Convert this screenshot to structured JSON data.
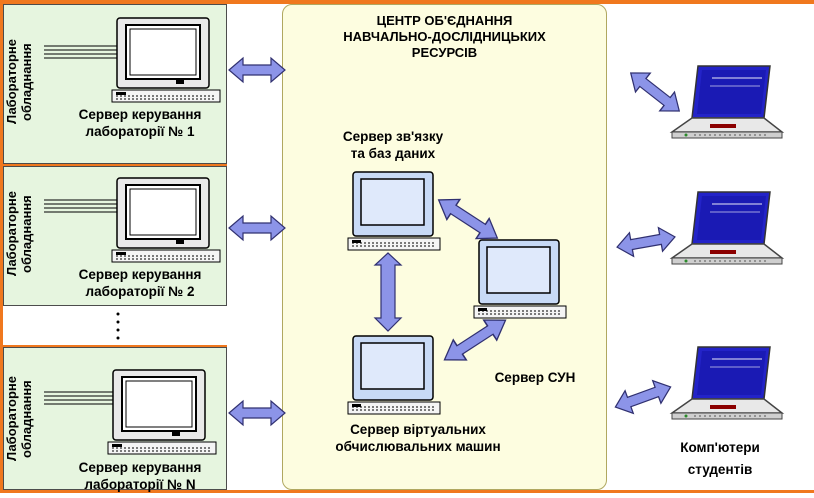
{
  "labs": [
    {
      "side_label": "Лабораторне\nобладнання",
      "caption": "Сервер керування\nлабораторії № 1"
    },
    {
      "side_label": "Лабораторне\nобладнання",
      "caption": "Сервер керування\nлабораторії № 2"
    },
    {
      "side_label": "Лабораторне\nобладнання",
      "caption": "Сервер керування\nлабораторії № N"
    }
  ],
  "center": {
    "title": "ЦЕНТР ОБ'ЄДНАННЯ\nНАВЧАЛЬНО-ДОСЛІДНИЦЬКИХ\nРЕСУРСІВ",
    "comm_server": "Сервер зв'язку\nта баз даних",
    "virtual_server": "Сервер віртуальних\nобчислювальних машин",
    "sun_server": "Сервер СУН"
  },
  "students": {
    "caption": "Комп'ютери\nстудентів"
  },
  "colors": {
    "frame": "#f0781e",
    "lab_bg": "#e6f5df",
    "center_bg": "#fdfde0",
    "arrow": "#8c94e8",
    "laptop_screen": "#1e1ec8"
  }
}
